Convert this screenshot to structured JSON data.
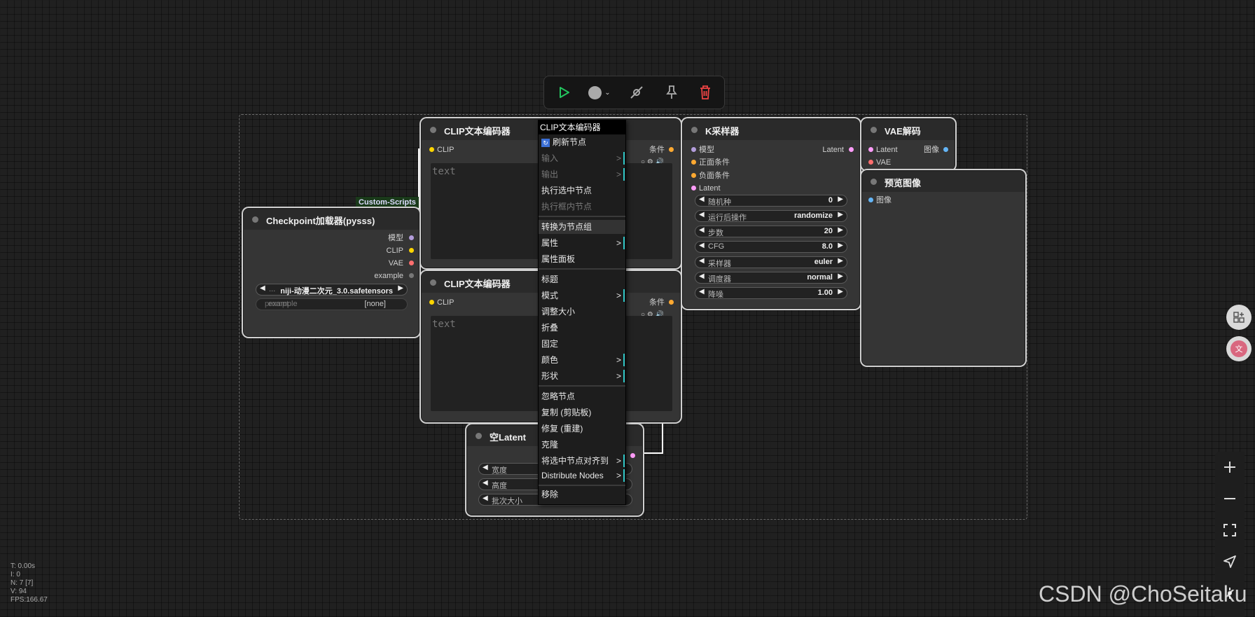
{
  "toolbar": {
    "buttons": [
      "play-icon",
      "color-circle-icon",
      "bypass-icon",
      "pin-icon",
      "trash-icon"
    ]
  },
  "group_badge": "Custom-Scripts",
  "checkpoint_node": {
    "title": "Checkpoint加载器(pysss)",
    "outputs": [
      "模型",
      "CLIP",
      "VAE",
      "example"
    ],
    "ckpt_value": "niji-动漫二次元_3.0.safetensors",
    "ckpt_prefix": "...",
    "example_label": "example",
    "example_placeholder": "prompt",
    "example_value": "[none]"
  },
  "clip_node_1": {
    "title": "CLIP文本编码器",
    "input": "CLIP",
    "output": "条件",
    "text_placeholder": "text"
  },
  "clip_node_2": {
    "title": "CLIP文本编码器",
    "input": "CLIP",
    "output": "条件",
    "text_placeholder": "text"
  },
  "ksampler_node": {
    "title": "K采样器",
    "inputs": [
      "模型",
      "正面条件",
      "负面条件",
      "Latent"
    ],
    "output": "Latent",
    "widgets": [
      {
        "label": "随机种",
        "value": "0"
      },
      {
        "label": "运行后操作",
        "value": "randomize"
      },
      {
        "label": "步数",
        "value": "20"
      },
      {
        "label": "CFG",
        "value": "8.0"
      },
      {
        "label": "采样器",
        "value": "euler"
      },
      {
        "label": "调度器",
        "value": "normal"
      },
      {
        "label": "降噪",
        "value": "1.00"
      }
    ]
  },
  "vae_node": {
    "title": "VAE解码",
    "inputs": [
      "Latent",
      "VAE"
    ],
    "output": "图像"
  },
  "preview_node": {
    "title": "预览图像",
    "input": "图像"
  },
  "latent_node": {
    "title": "空Latent",
    "widgets": [
      "宽度",
      "高度",
      "批次大小"
    ]
  },
  "context_menu": {
    "title": "CLIP文本编码器",
    "refresh": "刷新节点",
    "items_a": [
      "输入",
      "输出",
      "执行选中节点",
      "执行框内节点"
    ],
    "items_b": [
      "转换为节点组",
      "属性",
      "属性面板"
    ],
    "items_c": [
      "标题",
      "模式",
      "调整大小",
      "折叠",
      "固定",
      "颜色",
      "形状"
    ],
    "items_d": [
      "忽略节点",
      "复制 (剪贴板)",
      "修复 (重建)",
      "克隆",
      "将选中节点对齐到",
      "Distribute Nodes"
    ],
    "items_e": [
      "移除"
    ],
    "arrow": ">"
  },
  "stats": {
    "t": "T: 0.00s",
    "i": "I: 0",
    "n": "N: 7 [7]",
    "v": "V: 94",
    "fps": "FPS:166.67"
  },
  "watermark": "CSDN @ChoSeitaku",
  "colors": {
    "clip": "#ffd500",
    "model": "#b39ddb",
    "vae": "#ff6e6e",
    "conditioning": "#ffa931",
    "latent": "#ff9cf9",
    "image": "#64b5f6",
    "accent_bar": "#2ec4c4",
    "play": "#22c55e",
    "trash": "#ef4444"
  }
}
